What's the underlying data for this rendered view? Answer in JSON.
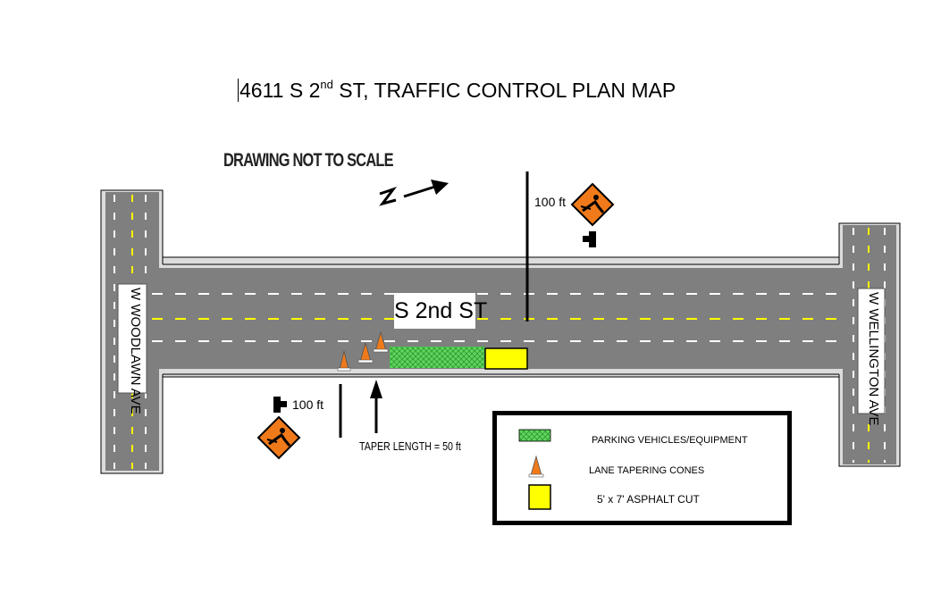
{
  "title": {
    "prefix": "4611 S 2",
    "superscript": "nd",
    "suffix": " ST, TRAFFIC CONTROL PLAN MAP"
  },
  "scale_note": "DRAWING NOT TO SCALE",
  "north_label": "N",
  "streets": {
    "main": "S 2nd ST",
    "left": "W WOODLAWN AVE",
    "right": "W WELLINGTON AVE"
  },
  "distances": {
    "top": "100 ft",
    "bottom": "100 ft"
  },
  "taper_label": "TAPER LENGTH = 50 ft",
  "legend": {
    "parking": "PARKING VEHICLES/EQUIPMENT",
    "cones": "LANE TAPERING CONES",
    "asphalt": "5' x 7'  ASPHALT CUT"
  },
  "colors": {
    "asphalt": "#7f7f7f",
    "lane_white": "#ffffff",
    "lane_yellow": "#ffff00",
    "curb": "#d8d8d8",
    "sign_orange": "#f07a1a",
    "cone_orange": "#f07a1a",
    "parking_green": "#5cd65c",
    "asphalt_cut_yellow": "#ffff00"
  },
  "icons": {
    "workers_sign": "workers-ahead-sign-icon",
    "sign_post": "sign-post-icon",
    "cone": "traffic-cone-icon",
    "north_arrow": "north-arrow-icon"
  }
}
